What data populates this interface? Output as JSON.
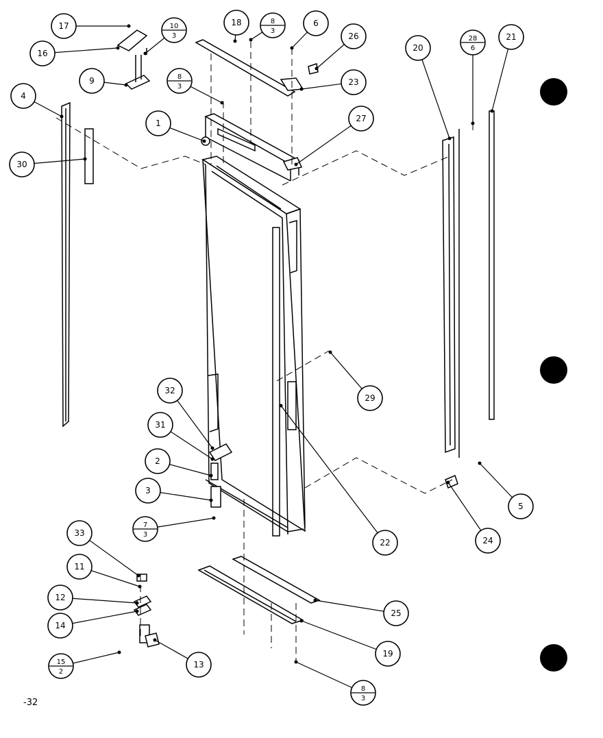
{
  "page_number": "-32",
  "callouts": [
    {
      "label": "17"
    },
    {
      "label": "16"
    },
    {
      "label": "10",
      "sub": "3"
    },
    {
      "label": "9"
    },
    {
      "label": "18"
    },
    {
      "label": "8",
      "sub": "3"
    },
    {
      "label": "6"
    },
    {
      "label": "26"
    },
    {
      "label": "23"
    },
    {
      "label": "4"
    },
    {
      "label": "8",
      "sub": "3"
    },
    {
      "label": "1"
    },
    {
      "label": "27"
    },
    {
      "label": "30"
    },
    {
      "label": "20"
    },
    {
      "label": "28",
      "sub": "6"
    },
    {
      "label": "21"
    },
    {
      "label": "29"
    },
    {
      "label": "32"
    },
    {
      "label": "31"
    },
    {
      "label": "2"
    },
    {
      "label": "3"
    },
    {
      "label": "7",
      "sub": "3"
    },
    {
      "label": "22"
    },
    {
      "label": "5"
    },
    {
      "label": "24"
    },
    {
      "label": "33"
    },
    {
      "label": "11"
    },
    {
      "label": "12"
    },
    {
      "label": "14"
    },
    {
      "label": "25"
    },
    {
      "label": "19"
    },
    {
      "label": "15",
      "sub": "2"
    },
    {
      "label": "13"
    },
    {
      "label": "8",
      "sub": "3"
    }
  ]
}
